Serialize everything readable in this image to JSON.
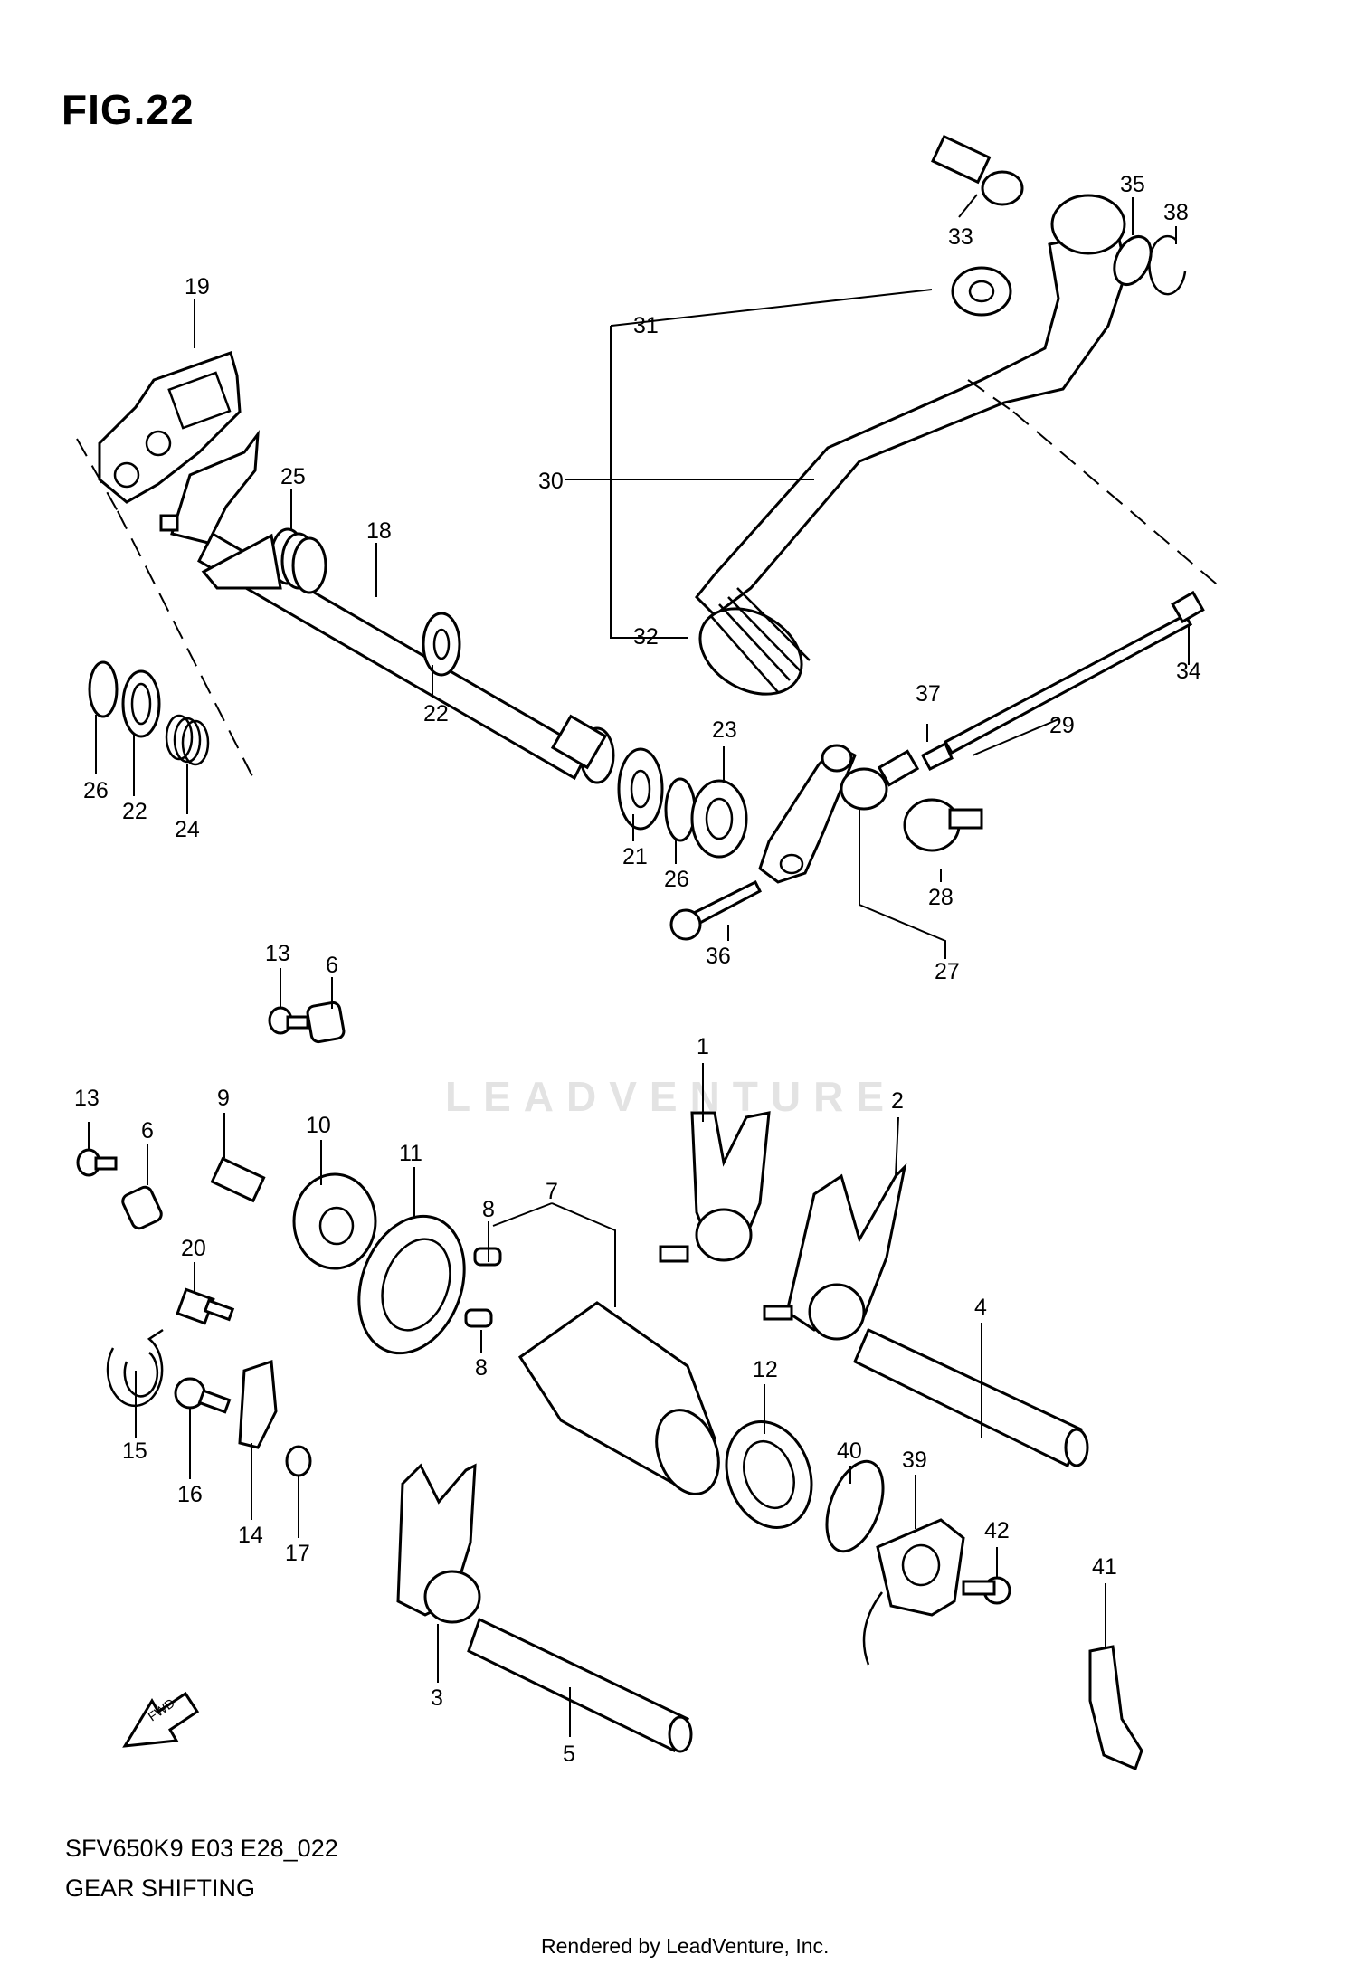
{
  "figure": {
    "title": "FIG.22",
    "part_code": "SFV650K9 E03 E28_022",
    "part_title": "GEAR SHIFTING",
    "footer": "Rendered by LeadVenture, Inc.",
    "watermark": "LEADVENTURE",
    "fwd_label": "FWD"
  },
  "callouts": [
    {
      "id": "c1",
      "label": "1"
    },
    {
      "id": "c2",
      "label": "2"
    },
    {
      "id": "c3",
      "label": "3"
    },
    {
      "id": "c4",
      "label": "4"
    },
    {
      "id": "c5",
      "label": "5"
    },
    {
      "id": "c6a",
      "label": "6"
    },
    {
      "id": "c6b",
      "label": "6"
    },
    {
      "id": "c7",
      "label": "7"
    },
    {
      "id": "c8a",
      "label": "8"
    },
    {
      "id": "c8b",
      "label": "8"
    },
    {
      "id": "c9",
      "label": "9"
    },
    {
      "id": "c10",
      "label": "10"
    },
    {
      "id": "c11",
      "label": "11"
    },
    {
      "id": "c12",
      "label": "12"
    },
    {
      "id": "c13a",
      "label": "13"
    },
    {
      "id": "c13b",
      "label": "13"
    },
    {
      "id": "c14",
      "label": "14"
    },
    {
      "id": "c15",
      "label": "15"
    },
    {
      "id": "c16",
      "label": "16"
    },
    {
      "id": "c17",
      "label": "17"
    },
    {
      "id": "c18",
      "label": "18"
    },
    {
      "id": "c19",
      "label": "19"
    },
    {
      "id": "c20",
      "label": "20"
    },
    {
      "id": "c21",
      "label": "21"
    },
    {
      "id": "c22a",
      "label": "22"
    },
    {
      "id": "c22b",
      "label": "22"
    },
    {
      "id": "c23",
      "label": "23"
    },
    {
      "id": "c24",
      "label": "24"
    },
    {
      "id": "c25",
      "label": "25"
    },
    {
      "id": "c26a",
      "label": "26"
    },
    {
      "id": "c26b",
      "label": "26"
    },
    {
      "id": "c27",
      "label": "27"
    },
    {
      "id": "c28",
      "label": "28"
    },
    {
      "id": "c29",
      "label": "29"
    },
    {
      "id": "c30",
      "label": "30"
    },
    {
      "id": "c31",
      "label": "31"
    },
    {
      "id": "c32",
      "label": "32"
    },
    {
      "id": "c33",
      "label": "33"
    },
    {
      "id": "c34",
      "label": "34"
    },
    {
      "id": "c35",
      "label": "35"
    },
    {
      "id": "c36",
      "label": "36"
    },
    {
      "id": "c37",
      "label": "37"
    },
    {
      "id": "c38",
      "label": "38"
    },
    {
      "id": "c39",
      "label": "39"
    },
    {
      "id": "c40",
      "label": "40"
    },
    {
      "id": "c41",
      "label": "41"
    },
    {
      "id": "c42",
      "label": "42"
    }
  ]
}
